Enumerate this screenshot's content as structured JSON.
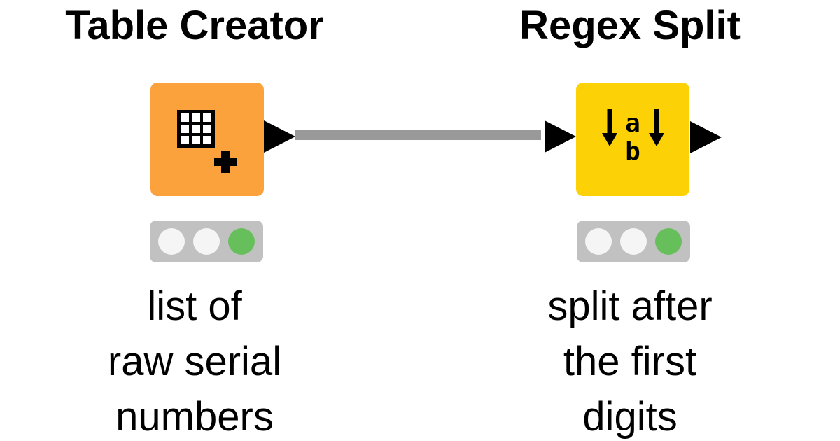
{
  "page": {
    "background": "#ffffff",
    "kind": "workflow-diagram"
  },
  "nodes": [
    {
      "name": "table-creator",
      "title": "Table Creator",
      "node_color": "#FBA23C",
      "icon": "table-create-icon",
      "description_lines": [
        "list of",
        "raw serial",
        "numbers"
      ],
      "status": {
        "lights": [
          "off",
          "off",
          "on"
        ],
        "on_color": "#67BF5B",
        "off_color": "#F5F5F5",
        "bar_color": "#C1C1C1"
      }
    },
    {
      "name": "regex-split",
      "title": "Regex Split",
      "node_color": "#FCD206",
      "icon": "regex-split-icon",
      "description_lines": [
        "split after",
        "the first",
        "digits"
      ],
      "status": {
        "lights": [
          "off",
          "off",
          "on"
        ],
        "on_color": "#67BF5B",
        "off_color": "#F5F5F5",
        "bar_color": "#C1C1C1"
      }
    }
  ],
  "connection": {
    "from": "table-creator",
    "to": "regex-split",
    "color": "#999999"
  },
  "colors": {
    "port": "#000000",
    "text": "#000000",
    "background": "#ffffff"
  }
}
